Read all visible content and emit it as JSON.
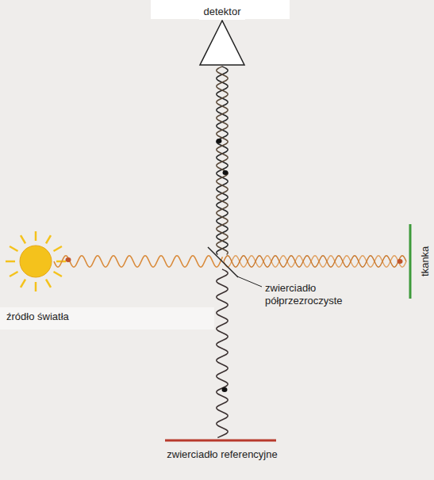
{
  "diagram": {
    "labels": [
      "detektor",
      "źródło światła",
      "zwierciadło półprzezroczyste",
      "zwierciadło referencyjne",
      "tkanka"
    ]
  }
}
